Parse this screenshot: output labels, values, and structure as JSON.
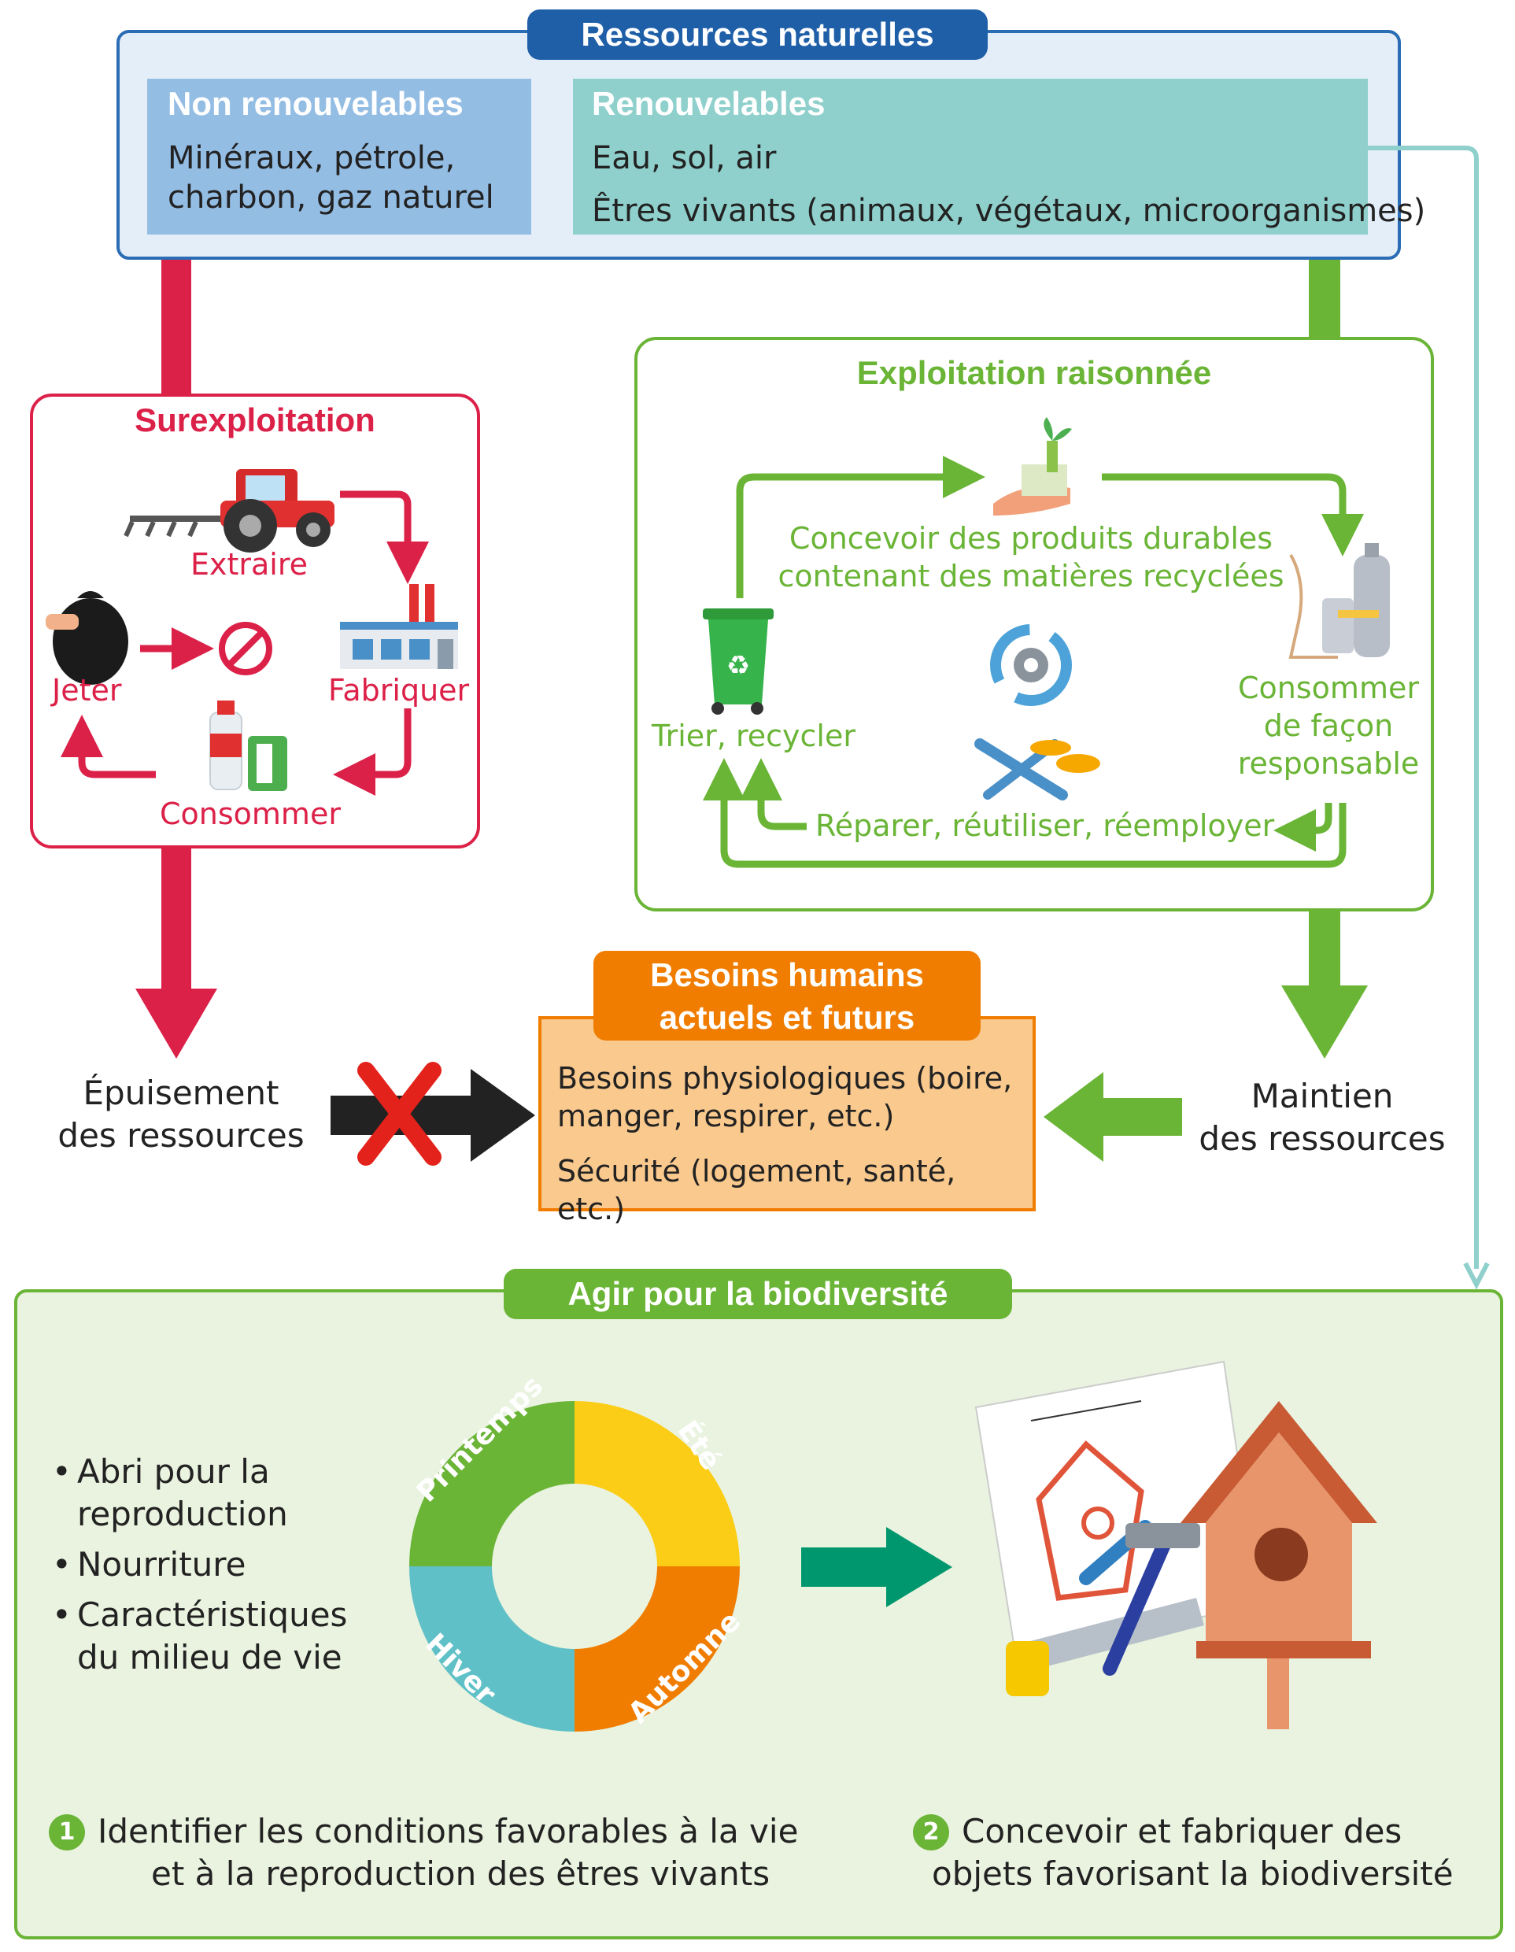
{
  "ressources": {
    "title": "Ressources naturelles",
    "non_renouvelables": {
      "title": "Non renouvelables",
      "line1": "Minéraux, pétrole,",
      "line2": "charbon, gaz naturel"
    },
    "renouvelables": {
      "title": "Renouvelables",
      "line1": "Eau, sol, air",
      "line2": "Êtres vivants (animaux, végétaux, microorganismes)"
    }
  },
  "surexploitation": {
    "title": "Surexploitation",
    "steps": {
      "extraire": "Extraire",
      "fabriquer": "Fabriquer",
      "consommer": "Consommer",
      "jeter": "Jeter"
    }
  },
  "exploitation": {
    "title": "Exploitation raisonnée",
    "concevoir_l1": "Concevoir des produits durables",
    "concevoir_l2": "contenant des matières recyclées",
    "trier": "Trier, recycler",
    "consommer_l1": "Consommer",
    "consommer_l2": "de façon",
    "consommer_l3": "responsable",
    "reparer": "Réparer, réutiliser, réemployer"
  },
  "besoins": {
    "title_l1": "Besoins humains",
    "title_l2": "actuels et futurs",
    "line1": "Besoins physiologiques (boire,",
    "line2": "manger, respirer, etc.)",
    "line3": "Sécurité (logement, santé, etc.)"
  },
  "epuisement": {
    "l1": "Épuisement",
    "l2": "des ressources"
  },
  "maintien": {
    "l1": "Maintien",
    "l2": "des ressources"
  },
  "biodiversite": {
    "title": "Agir pour la biodiversité",
    "bullets": [
      {
        "l1": "Abri pour la",
        "l2": "reproduction"
      },
      {
        "l1": "Nourriture",
        "l2": ""
      },
      {
        "l1": "Caractéristiques",
        "l2": "du milieu de vie"
      }
    ],
    "seasons": {
      "printemps": "Printemps",
      "ete": "Été",
      "automne": "Automne",
      "hiver": "Hiver"
    },
    "step1": {
      "num": "1",
      "l1": "Identifier les conditions favorables à la vie",
      "l2": "et à la reproduction des êtres vivants"
    },
    "step2": {
      "num": "2",
      "l1": "Concevoir et fabriquer des",
      "l2": "objets favorisant la biodiversité"
    }
  },
  "colors": {
    "blue_dark": "#1f5fa8",
    "blue_light": "#e3eef9",
    "blue_mid": "#94bde4",
    "teal": "#8fd0cc",
    "red": "#dc2149",
    "green": "#6ab436",
    "orange": "#f07d00",
    "orange_light": "#fac98e",
    "green_bg": "#e9f3df",
    "teal_arrow": "#00976e"
  }
}
